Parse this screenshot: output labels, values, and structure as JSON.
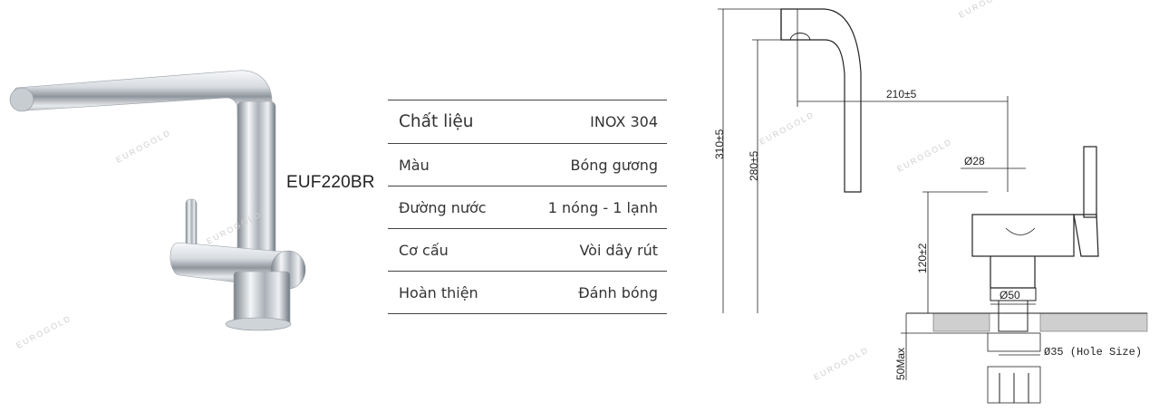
{
  "product": {
    "model": "EUF220BR"
  },
  "watermark": "EUROGOLD",
  "specs": [
    {
      "label": "Chất liệu",
      "value": "INOX 304"
    },
    {
      "label": "Màu",
      "value": "Bóng gương"
    },
    {
      "label": "Đường nước",
      "value": "1 nóng - 1 lạnh"
    },
    {
      "label": "Cơ cấu",
      "value": "Vòi dây rút"
    },
    {
      "label": "Hoàn thiện",
      "value": "Đánh bóng"
    }
  ],
  "dimensions": {
    "total_height": "310±5",
    "spout_height": "280±5",
    "reach": "210±5",
    "spout_diameter": "Ø28",
    "body_height": "120±2",
    "base_diameter": "Ø50",
    "hole_size": "Ø35 (Hole Size)",
    "max_counter": "50Max"
  },
  "colors": {
    "text": "#333333",
    "line": "#444444",
    "chrome_dark": "#6f7780",
    "chrome_light": "#f4f6f8"
  }
}
